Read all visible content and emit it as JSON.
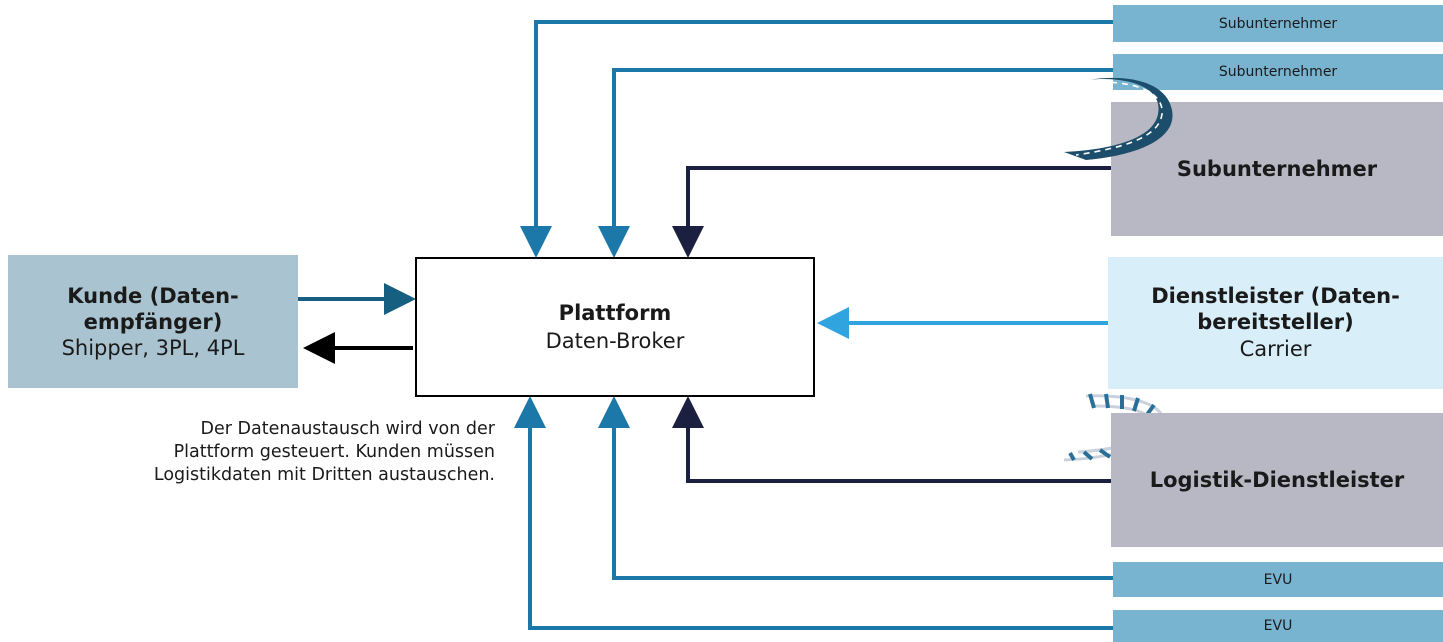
{
  "nodes": {
    "sub_top_1": "Subunternehmer",
    "sub_top_2": "Subunternehmer",
    "sub_main": "Subunternehmer",
    "kunde_title": "Kunde (Daten-empfänger)",
    "kunde_sub": "Shipper, 3PL, 4PL",
    "platform_title": "Plattform",
    "platform_sub": "Daten-Broker",
    "dienst_title": "Dienstleister (Daten-bereitsteller)",
    "dienst_sub": "Carrier",
    "logistik_main": "Logistik-Dienstleister",
    "evu_1": "EVU",
    "evu_2": "EVU"
  },
  "note": "Der Datenaustausch wird von der Plattform gesteuert. Kunden müssen Logistikdaten mit Dritten austauschen.",
  "colors": {
    "strip": "#78b4d0",
    "gray": "#b8b7c4",
    "kunde": "#a9c4d0",
    "dienstleister": "#d8eef9",
    "line_blue": "#1b78a8",
    "line_dark": "#1b2040",
    "line_light": "#30a4de",
    "line_kunde": "#175f80"
  },
  "icons": {
    "road": "road-icon",
    "rail": "rail-track-icon"
  }
}
